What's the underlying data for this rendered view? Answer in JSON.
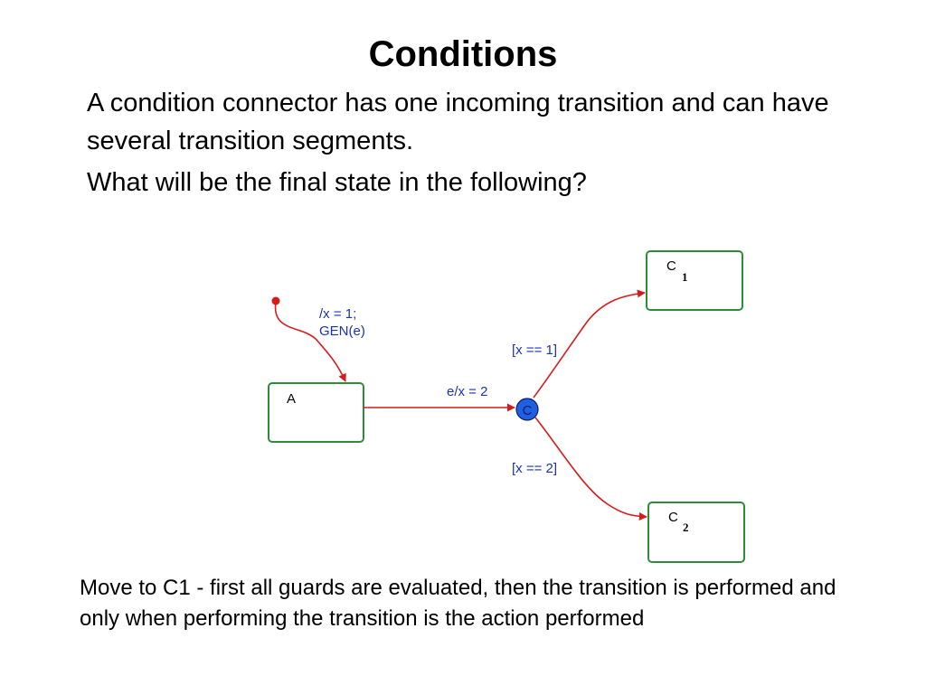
{
  "slide": {
    "title": "Conditions",
    "paragraph_1": "A condition connector has one incoming transition and can have several transition segments.",
    "paragraph_2": "What will be the final state in the following?",
    "answer": "Move to C1 - first all guards are evaluated, then the transition is performed and only when performing the transition is the action performed"
  },
  "diagram": {
    "states": {
      "a": "A",
      "c1": {
        "letter": "C",
        "subscript": "1"
      },
      "c2": {
        "letter": "C",
        "subscript": "2"
      }
    },
    "connector_label": "C",
    "transitions": {
      "initial_line_1": "/x = 1;",
      "initial_line_2": "GEN(e)",
      "a_to_connector": "e/x = 2",
      "to_c1_guard": "[x == 1]",
      "to_c2_guard": "[x == 2]"
    },
    "colors": {
      "state_border": "#2e8b3a",
      "transition": "#d91a1a",
      "connector_fill": "#1f5fe0",
      "label_text": "#1a33b5"
    }
  }
}
